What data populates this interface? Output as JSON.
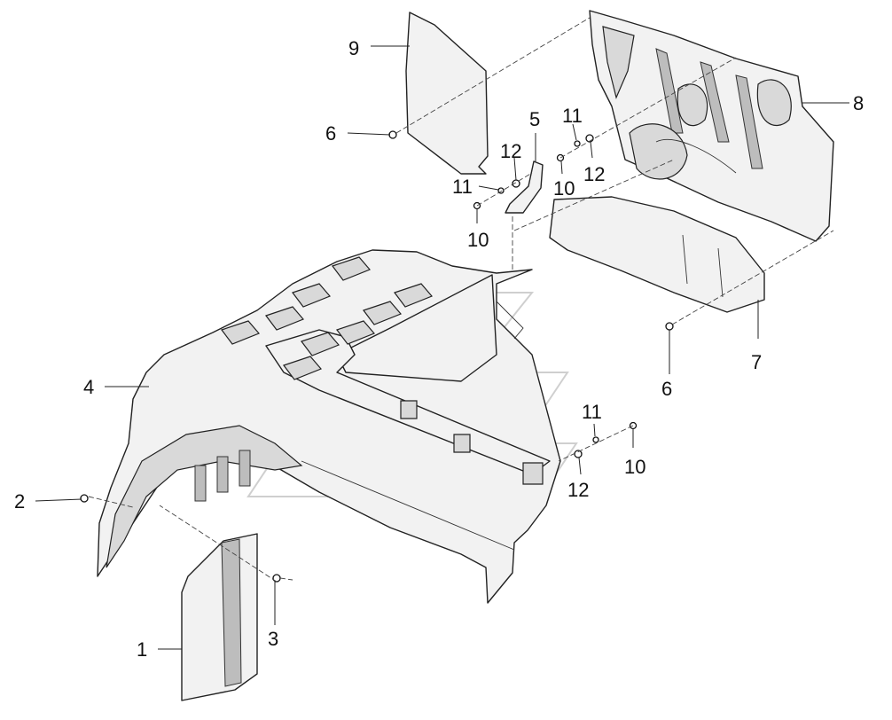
{
  "diagram": {
    "callouts": [
      {
        "id": "1",
        "text": "1"
      },
      {
        "id": "2",
        "text": "2"
      },
      {
        "id": "3",
        "text": "3"
      },
      {
        "id": "4",
        "text": "4"
      },
      {
        "id": "5",
        "text": "5"
      },
      {
        "id": "6a",
        "text": "6"
      },
      {
        "id": "6b",
        "text": "6"
      },
      {
        "id": "7",
        "text": "7"
      },
      {
        "id": "8",
        "text": "8"
      },
      {
        "id": "9",
        "text": "9"
      },
      {
        "id": "10a",
        "text": "10"
      },
      {
        "id": "10b",
        "text": "10"
      },
      {
        "id": "10c",
        "text": "10"
      },
      {
        "id": "11a",
        "text": "11"
      },
      {
        "id": "11b",
        "text": "11"
      },
      {
        "id": "11c",
        "text": "11"
      },
      {
        "id": "12a",
        "text": "12"
      },
      {
        "id": "12b",
        "text": "12"
      },
      {
        "id": "12c",
        "text": "12"
      }
    ],
    "colors": {
      "line": "#222222",
      "panel": "#f2f2f2",
      "shade": "#d9d9d9"
    }
  }
}
